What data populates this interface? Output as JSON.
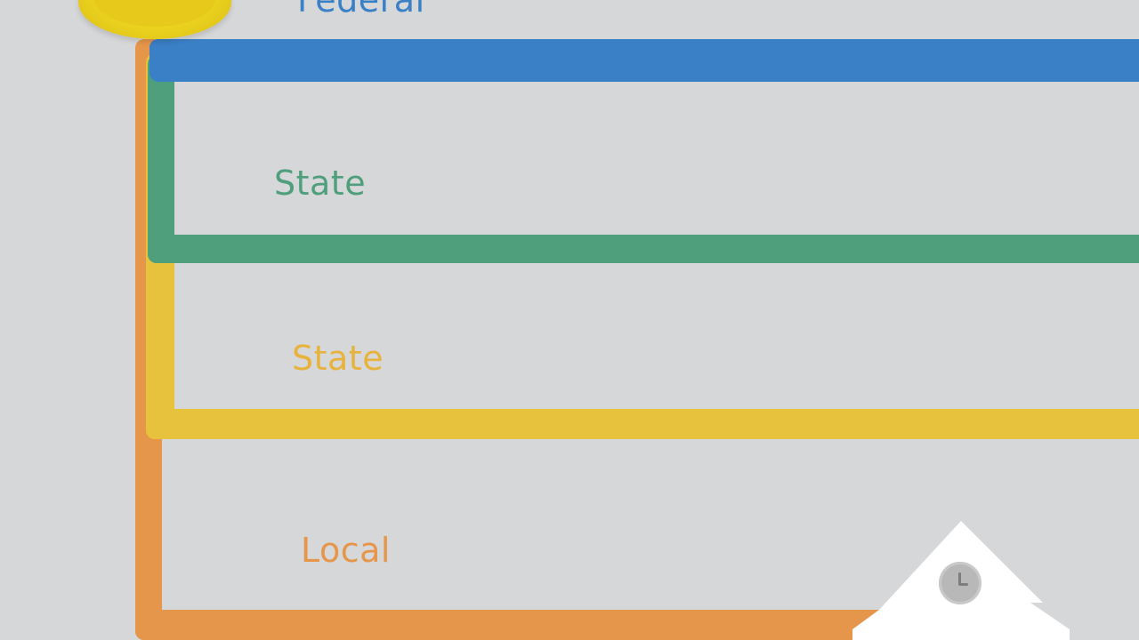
{
  "diagram": {
    "tiers": [
      {
        "key": "federal",
        "label": "Federal",
        "color": "#3a80c6"
      },
      {
        "key": "state-1",
        "label": "State",
        "color": "#4f9f7d"
      },
      {
        "key": "state-2",
        "label": "State",
        "color": "#e7c23c"
      },
      {
        "key": "local",
        "label": "Local",
        "color": "#e6964a"
      }
    ],
    "icons": {
      "top_left": "coin-icon",
      "bottom_right": "house-icon",
      "house_badge": "clock-icon"
    }
  }
}
